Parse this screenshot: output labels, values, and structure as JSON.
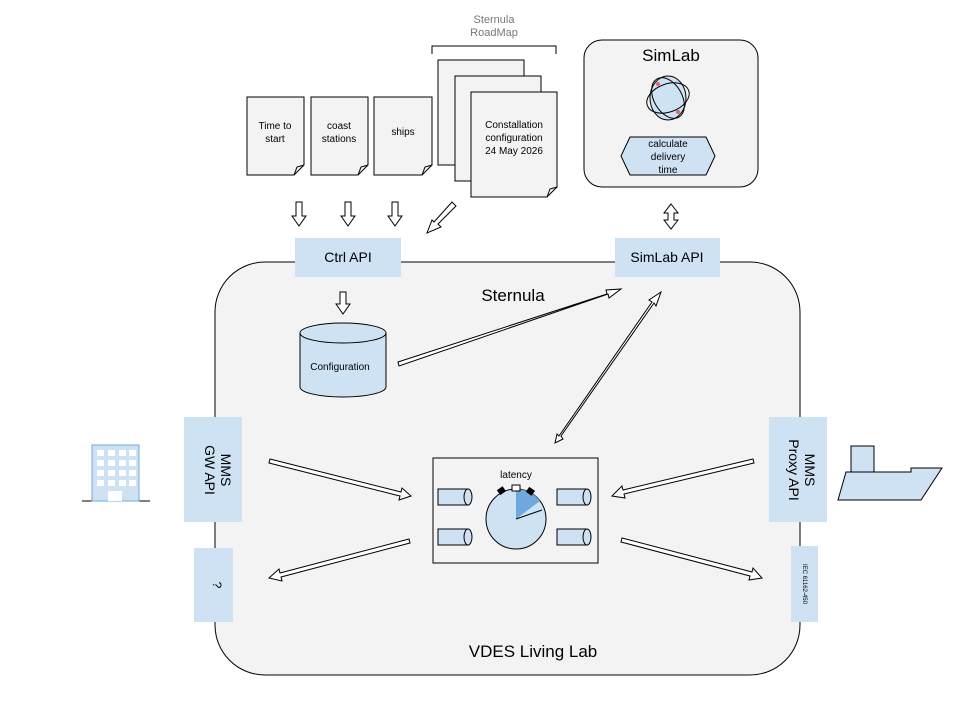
{
  "roadmap": {
    "title_line1": "Sternula",
    "title_line2": "RoadMap"
  },
  "documents": {
    "time_to_start": [
      "Time to",
      "start"
    ],
    "coast_stations": [
      "coast",
      "stations"
    ],
    "ships": [
      "ships"
    ],
    "constellation": [
      "Constallation",
      "configuration",
      "24 May 2026"
    ]
  },
  "simlab": {
    "title": "SimLab",
    "calculate": [
      "calculate",
      "delivery",
      "time"
    ]
  },
  "apis": {
    "ctrl": "Ctrl API",
    "simlab": "SimLab API",
    "mms_gw": [
      "MMS",
      "GW  API"
    ],
    "mms_proxy": [
      "MMS",
      "Proxy  API"
    ],
    "unknown": "?",
    "iec": "IEC 61162-450"
  },
  "sternula": {
    "title": "Sternula",
    "database": "Configuration",
    "latency_label": "latency",
    "footer": "VDES Living Lab"
  },
  "colors": {
    "api_fill": "#cfe2f3",
    "region_fill": "#f3f3f3",
    "gauge_accent": "#6fa8dc",
    "marker_red": "#e06666"
  },
  "icons": [
    "building-icon",
    "ship-icon",
    "satellite-orbit-icon",
    "stopwatch-icon",
    "cylinder-icon"
  ]
}
